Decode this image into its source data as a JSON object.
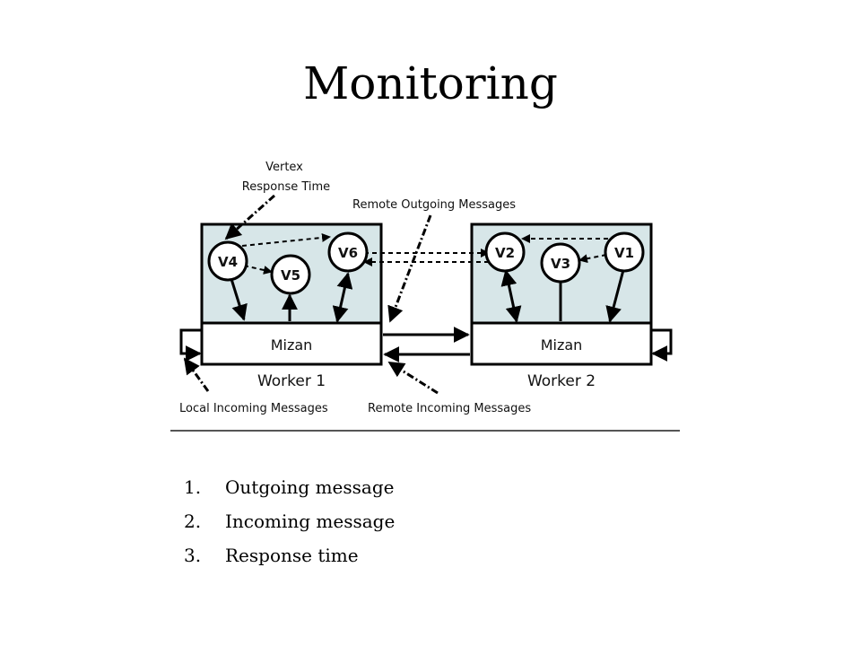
{
  "title": "Monitoring",
  "diagram": {
    "labels": {
      "vertex_response_time_1": "Vertex",
      "vertex_response_time_2": "Response Time",
      "remote_outgoing": "Remote Outgoing Messages",
      "local_incoming": "Local Incoming Messages",
      "remote_incoming": "Remote Incoming Messages"
    },
    "workers": [
      {
        "name": "Worker 1",
        "engine": "Mizan"
      },
      {
        "name": "Worker 2",
        "engine": "Mizan"
      }
    ],
    "vertices": {
      "v1": "V1",
      "v2": "V2",
      "v3": "V3",
      "v4": "V4",
      "v5": "V5",
      "v6": "V6"
    }
  },
  "points": [
    {
      "num": "1.",
      "text": "Outgoing message"
    },
    {
      "num": "2.",
      "text": "Incoming message"
    },
    {
      "num": "3.",
      "text": "Response time"
    }
  ]
}
